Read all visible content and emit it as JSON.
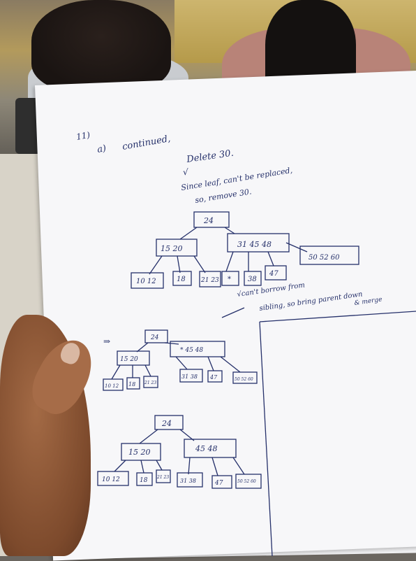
{
  "heading": {
    "number": "11)",
    "part": "a)",
    "title": "continued,"
  },
  "instruction": {
    "delete": "Delete 30.",
    "check": "√",
    "line1": "Since leaf, can't be replaced,",
    "line2": "so, remove 30."
  },
  "note": {
    "line1": "√can't borrow from",
    "line2": "sibling, so bring parent down",
    "line3": "& merge"
  },
  "tree1": {
    "root": "24",
    "left": "15   20",
    "right": "31   45   48",
    "overflow": "50  52  60",
    "leaves": [
      "10  12",
      "18",
      "21 23",
      "*",
      "38",
      "47"
    ]
  },
  "tree2": {
    "arrow": "⇒",
    "root": "24",
    "left": "15   20",
    "right": "*   45   48",
    "leaves": [
      "10 12",
      "18",
      "21 23",
      "31 38",
      "47",
      "50 52 60"
    ]
  },
  "tree3": {
    "arrow": "⇒",
    "root": "24",
    "left": "15    20",
    "right": "45    48",
    "leaves": [
      "10  12",
      "18",
      "21 23",
      "31 38",
      "47",
      "50 52 60"
    ]
  },
  "colors": {
    "ink": "#25306a",
    "paper": "#f7f7f9",
    "skin": "#a36a45"
  }
}
